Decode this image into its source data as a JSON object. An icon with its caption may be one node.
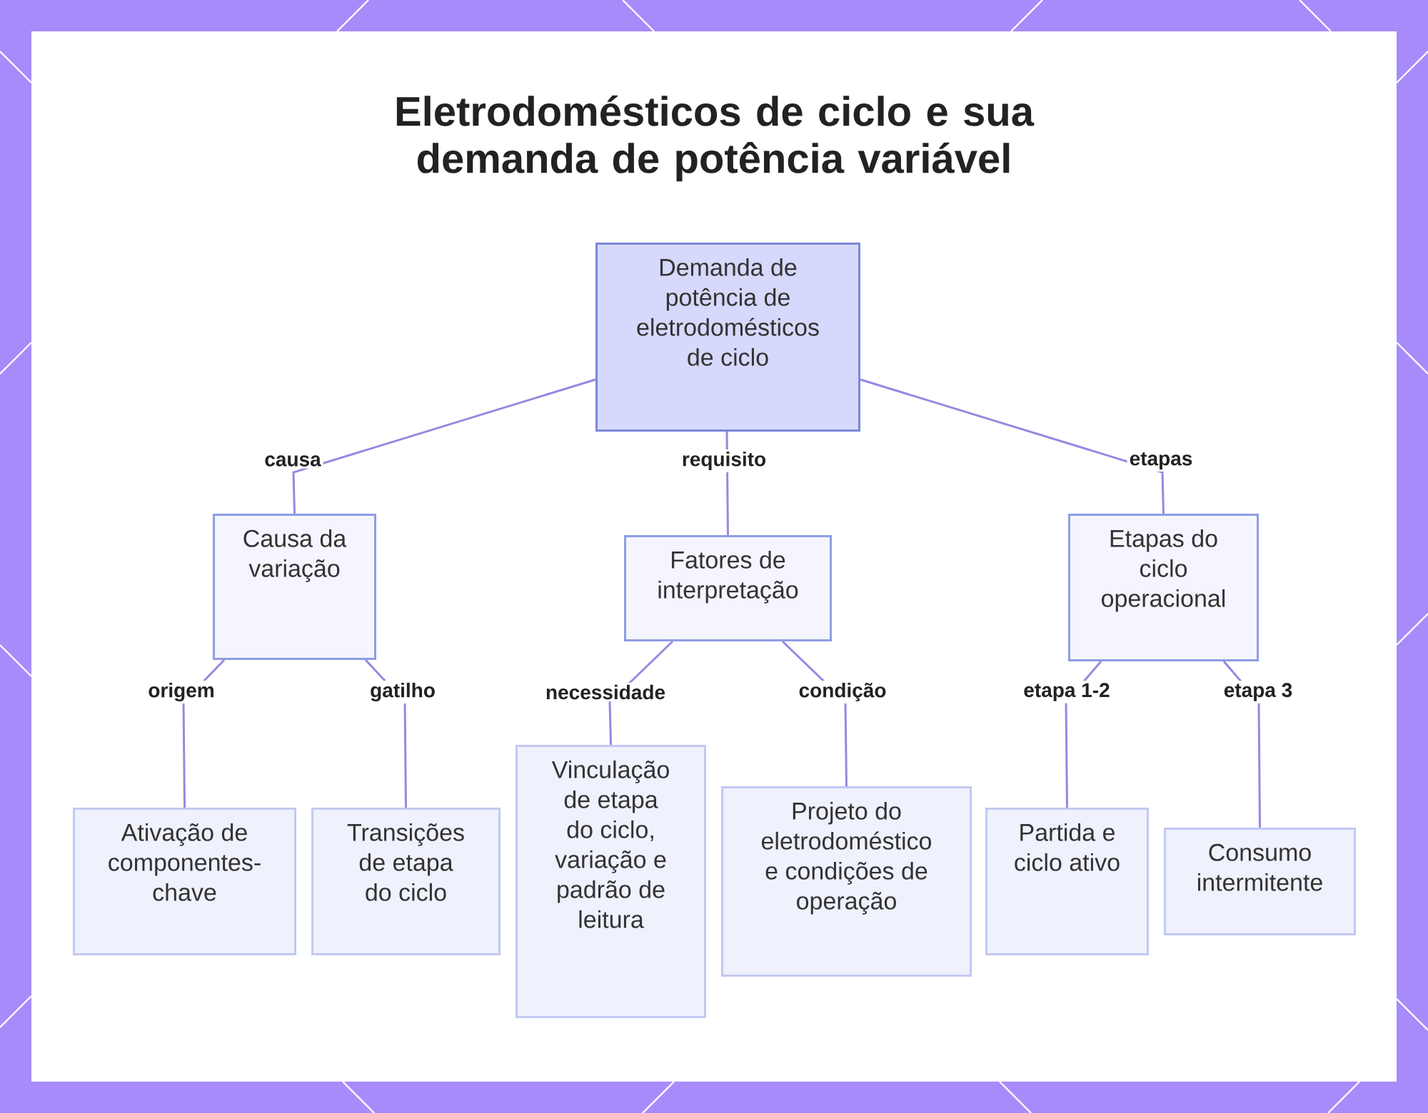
{
  "diagram": {
    "title": "Eletrodomésticos de ciclo e sua demanda de potência variável",
    "nodes": [
      {
        "text": [
          "Demanda de potência de eletrodomésticos de ciclo"
        ]
      },
      {
        "text": [
          "Causa da variação"
        ]
      },
      {
        "text": [
          "Fatores de interpretação"
        ]
      },
      {
        "text": [
          "Etapas do ciclo operacional"
        ]
      },
      {
        "text": [
          "Ativação de componentes-chave"
        ]
      },
      {
        "text": [
          "Transições de etapa do ciclo"
        ]
      },
      {
        "text": [
          "Vinculação de etapa do ciclo, variação e padrão de leitura"
        ]
      },
      {
        "text": [
          "Projeto do eletrodoméstico e condições de operação"
        ]
      },
      {
        "text": [
          "Partida e ciclo ativo"
        ]
      },
      {
        "text": [
          "Consumo intermitente"
        ]
      }
    ],
    "edges": [
      {
        "from": 0,
        "to": 1,
        "arrow": "none",
        "label": "causa"
      },
      {
        "from": 0,
        "to": 2,
        "arrow": "none",
        "label": "requisito"
      },
      {
        "from": 0,
        "to": 3,
        "arrow": "none",
        "label": "etapas"
      },
      {
        "from": 1,
        "to": 4,
        "arrow": "none",
        "label": "origem"
      },
      {
        "from": 1,
        "to": 5,
        "arrow": "none",
        "label": "gatilho"
      },
      {
        "from": 2,
        "to": 6,
        "arrow": "none",
        "label": "necessidade"
      },
      {
        "from": 2,
        "to": 7,
        "arrow": "none",
        "label": "condição"
      },
      {
        "from": 3,
        "to": 8,
        "arrow": "none",
        "label": "etapa 1-2"
      },
      {
        "from": 3,
        "to": 9,
        "arrow": "none",
        "label": "etapa 3"
      }
    ]
  }
}
